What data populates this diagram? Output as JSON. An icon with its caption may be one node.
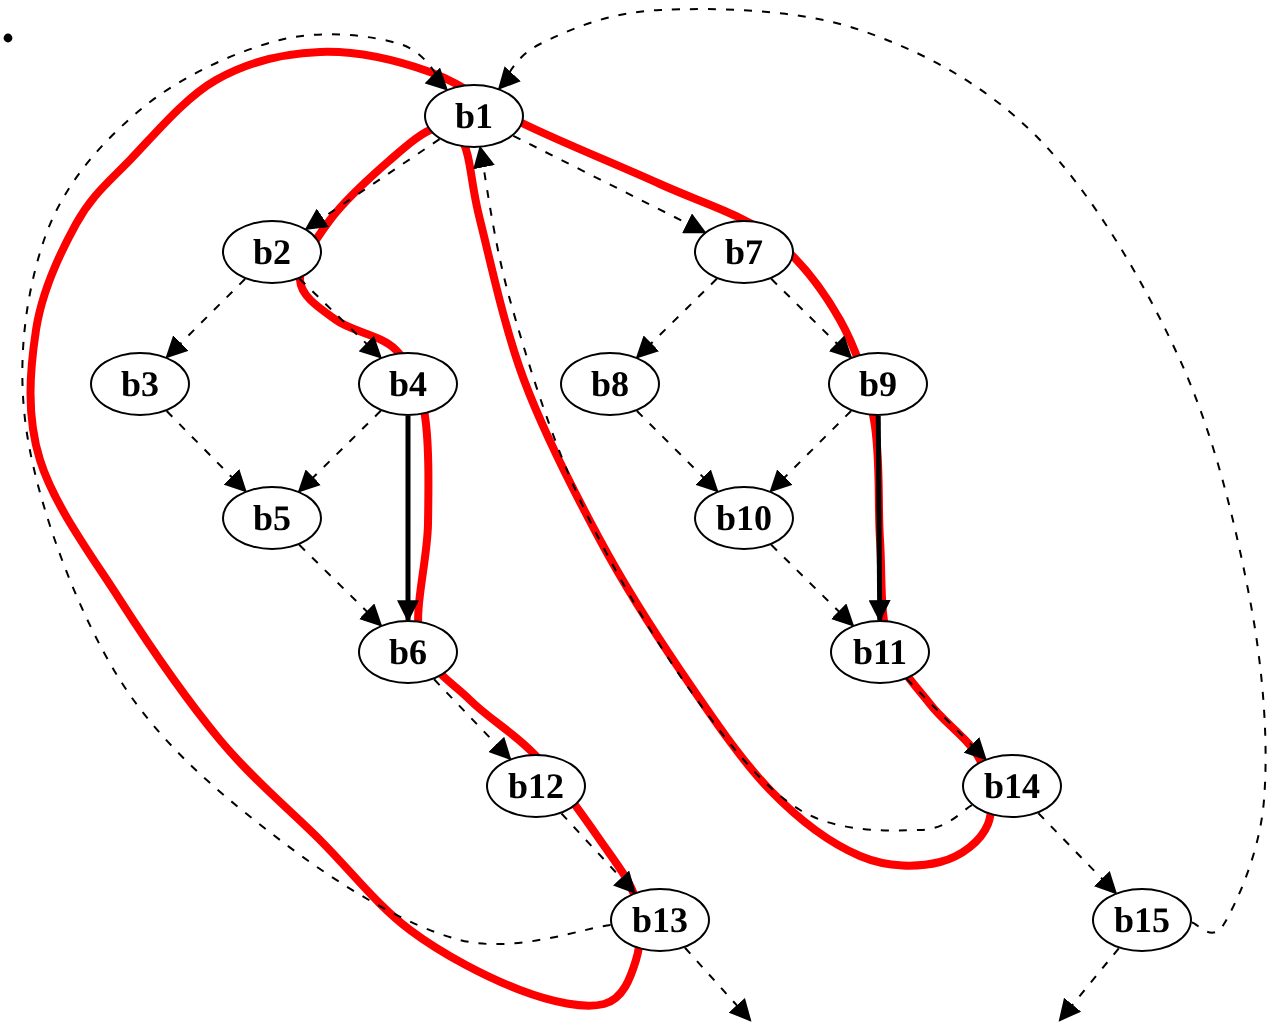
{
  "diagram": {
    "nodes": [
      {
        "text": [
          "b1"
        ]
      },
      {
        "text": [
          "b2"
        ]
      },
      {
        "text": [
          "b3"
        ]
      },
      {
        "text": [
          "b4"
        ]
      },
      {
        "text": [
          "b5"
        ]
      },
      {
        "text": [
          "b6"
        ]
      },
      {
        "text": [
          "b7"
        ]
      },
      {
        "text": [
          "b8"
        ]
      },
      {
        "text": [
          "b9"
        ]
      },
      {
        "text": [
          "b10"
        ]
      },
      {
        "text": [
          "b11"
        ]
      },
      {
        "text": [
          "b12"
        ]
      },
      {
        "text": [
          "b13"
        ]
      },
      {
        "text": [
          "b14"
        ]
      },
      {
        "text": [
          "b15"
        ]
      }
    ],
    "edges": [
      {
        "from": 0,
        "to": 1,
        "arrow": "to",
        "style": "dashed"
      },
      {
        "from": 0,
        "to": 6,
        "arrow": "to",
        "style": "dashed"
      },
      {
        "from": 1,
        "to": 2,
        "arrow": "to",
        "style": "dashed"
      },
      {
        "from": 1,
        "to": 3,
        "arrow": "to",
        "style": "dashed"
      },
      {
        "from": 2,
        "to": 4,
        "arrow": "to",
        "style": "dashed"
      },
      {
        "from": 3,
        "to": 4,
        "arrow": "to",
        "style": "dashed"
      },
      {
        "from": 3,
        "to": 5,
        "arrow": "to",
        "style": "thick"
      },
      {
        "from": 4,
        "to": 5,
        "arrow": "to",
        "style": "dashed"
      },
      {
        "from": 5,
        "to": 11,
        "arrow": "to",
        "style": "dashed"
      },
      {
        "from": 11,
        "to": 12,
        "arrow": "to",
        "style": "dashed"
      },
      {
        "from": 12,
        "to": null,
        "arrow": "to",
        "style": "dashed"
      },
      {
        "from": 12,
        "to": 0,
        "arrow": "to",
        "style": "dashed"
      },
      {
        "from": 6,
        "to": 7,
        "arrow": "to",
        "style": "dashed"
      },
      {
        "from": 6,
        "to": 8,
        "arrow": "to",
        "style": "dashed"
      },
      {
        "from": 7,
        "to": 9,
        "arrow": "to",
        "style": "dashed"
      },
      {
        "from": 8,
        "to": 9,
        "arrow": "to",
        "style": "dashed"
      },
      {
        "from": 8,
        "to": 10,
        "arrow": "to",
        "style": "thick"
      },
      {
        "from": 9,
        "to": 10,
        "arrow": "to",
        "style": "dashed"
      },
      {
        "from": 10,
        "to": 13,
        "arrow": "to",
        "style": "dashed"
      },
      {
        "from": 13,
        "to": 14,
        "arrow": "to",
        "style": "dashed"
      },
      {
        "from": 14,
        "to": null,
        "arrow": "to",
        "style": "dashed"
      },
      {
        "from": 13,
        "to": 0,
        "arrow": "to",
        "style": "dashed"
      },
      {
        "from": 14,
        "to": 0,
        "arrow": "to",
        "style": "dashed"
      }
    ]
  }
}
